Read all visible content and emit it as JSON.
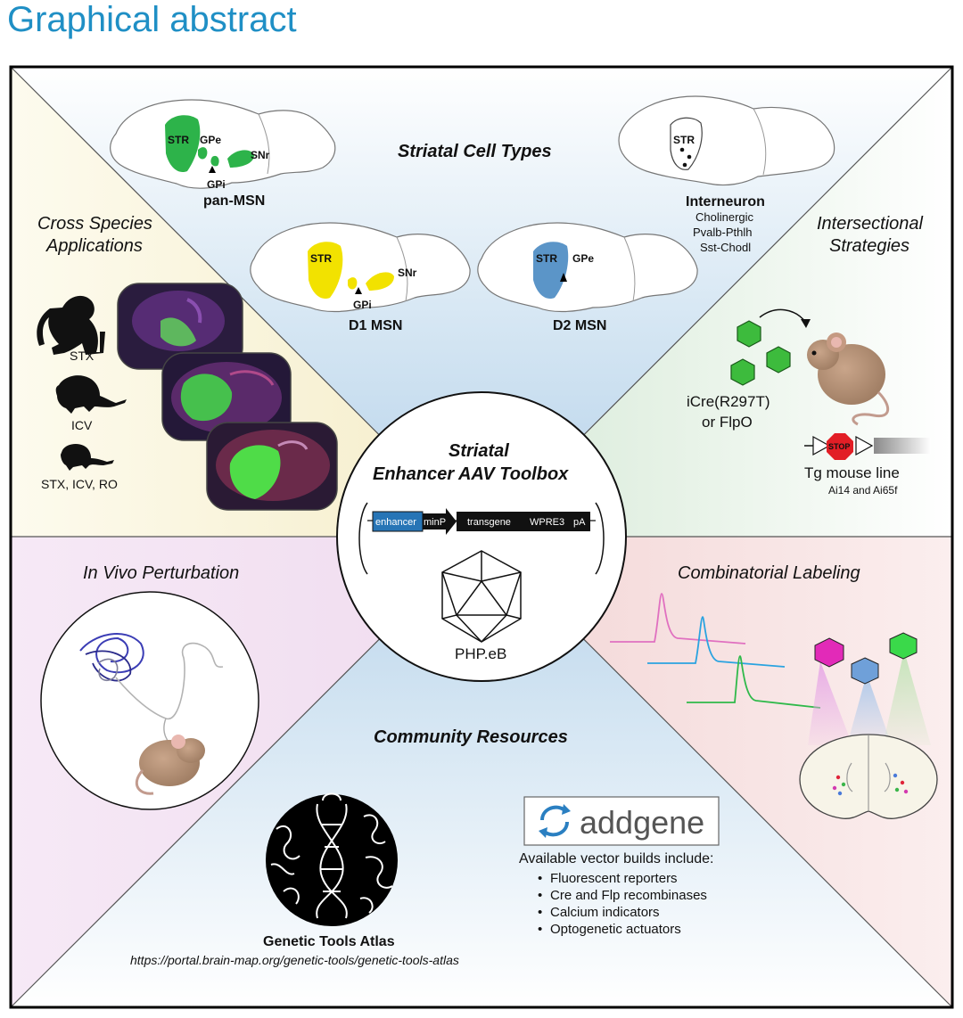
{
  "page_title": "Graphical abstract",
  "quadrants": {
    "top": {
      "heading": "Striatal Cell Types",
      "brains": [
        {
          "name": "pan-MSN",
          "labels": [
            "STR",
            "GPe",
            "GPi",
            "SNr"
          ]
        },
        {
          "name": "D1 MSN",
          "labels": [
            "STR",
            "GPi",
            "SNr"
          ]
        },
        {
          "name": "D2 MSN",
          "labels": [
            "STR",
            "GPe"
          ]
        },
        {
          "name": "Interneuron",
          "labels": [
            "STR"
          ],
          "subtypes": [
            "Cholinergic",
            "Pvalb-Pthlh",
            "Sst-Chodl"
          ]
        }
      ]
    },
    "left": {
      "heading_line1": "Cross Species",
      "heading_line2": "Applications",
      "routes": [
        "STX",
        "ICV",
        "STX, ICV, RO"
      ]
    },
    "right": {
      "heading_line1": "Intersectional",
      "heading_line2": "Strategies",
      "recombinase_line1": "iCre(R297T)",
      "recombinase_line2": "or FlpO",
      "stop_label": "STOP",
      "mouse_line": "Tg mouse line",
      "reporters": "Ai14 and Ai65f"
    },
    "bottom_left": {
      "heading": "In Vivo Perturbation"
    },
    "bottom_right": {
      "heading": "Combinatorial Labeling"
    },
    "bottom": {
      "heading": "Community Resources",
      "atlas_name": "Genetic Tools Atlas",
      "atlas_url": "https://portal.brain-map.org/genetic-tools/genetic-tools-atlas",
      "addgene_logo": "addgene",
      "builds_intro": "Available vector builds include:",
      "builds": [
        "Fluorescent reporters",
        "Cre and Flp recombinases",
        "Calcium indicators",
        "Optogenetic actuators"
      ]
    }
  },
  "center": {
    "title_line1": "Striatal",
    "title_line2": "Enhancer AAV Toolbox",
    "construct": [
      "enhancer",
      "minP",
      "transgene",
      "WPRE3",
      "pA"
    ],
    "capsid": "PHP.eB"
  },
  "colors": {
    "title_blue": "#1f8fc5",
    "quadrant_top": "#c5dcef",
    "quadrant_left": "#f8f3d9",
    "quadrant_right": "#e3f0e4",
    "quadrant_bottom_left": "#f4e3f3",
    "quadrant_bottom_right": "#f6dede",
    "quadrant_bottom": "#c8def0",
    "pan_msn_green": "#2db34a",
    "d1_yellow": "#f2e200",
    "d2_blue": "#5b95c8",
    "enhancer_blue": "#2775b6"
  }
}
